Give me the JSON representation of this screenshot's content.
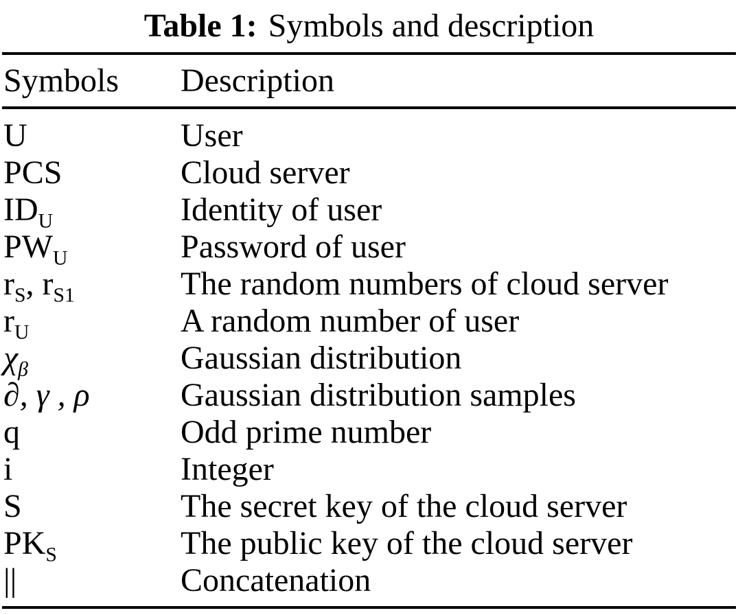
{
  "page": {
    "background_color": "#ffffff",
    "text_color": "#000000"
  },
  "table": {
    "caption_label": "Table 1:",
    "caption_text": "Symbols and description",
    "columns": [
      "Symbols",
      "Description"
    ],
    "rows": [
      {
        "symbol": "U",
        "description": "User"
      },
      {
        "symbol": "PCS",
        "description": "Cloud server"
      },
      {
        "symbol": "ID_{U}",
        "description": "Identity of user"
      },
      {
        "symbol": "PW_{U}",
        "description": "Password of user"
      },
      {
        "symbol": "r_{S}, r_{S1}",
        "description": "The random numbers of cloud server"
      },
      {
        "symbol": "r_{U}",
        "description": "A random number of user"
      },
      {
        "symbol": "χ_{β}",
        "sym_italic": true,
        "description": "Gaussian distribution"
      },
      {
        "symbol": "∂,  γ , ρ",
        "sym_italic": true,
        "description": "Gaussian distribution samples"
      },
      {
        "symbol": "q",
        "description": "Odd prime number"
      },
      {
        "symbol": "i",
        "description": "Integer"
      },
      {
        "symbol": "S",
        "description": "The secret key of the cloud server"
      },
      {
        "symbol": "PK_{S}",
        "description": "The public key of the cloud server"
      },
      {
        "symbol": "||",
        "description": "Concatenation"
      }
    ]
  }
}
